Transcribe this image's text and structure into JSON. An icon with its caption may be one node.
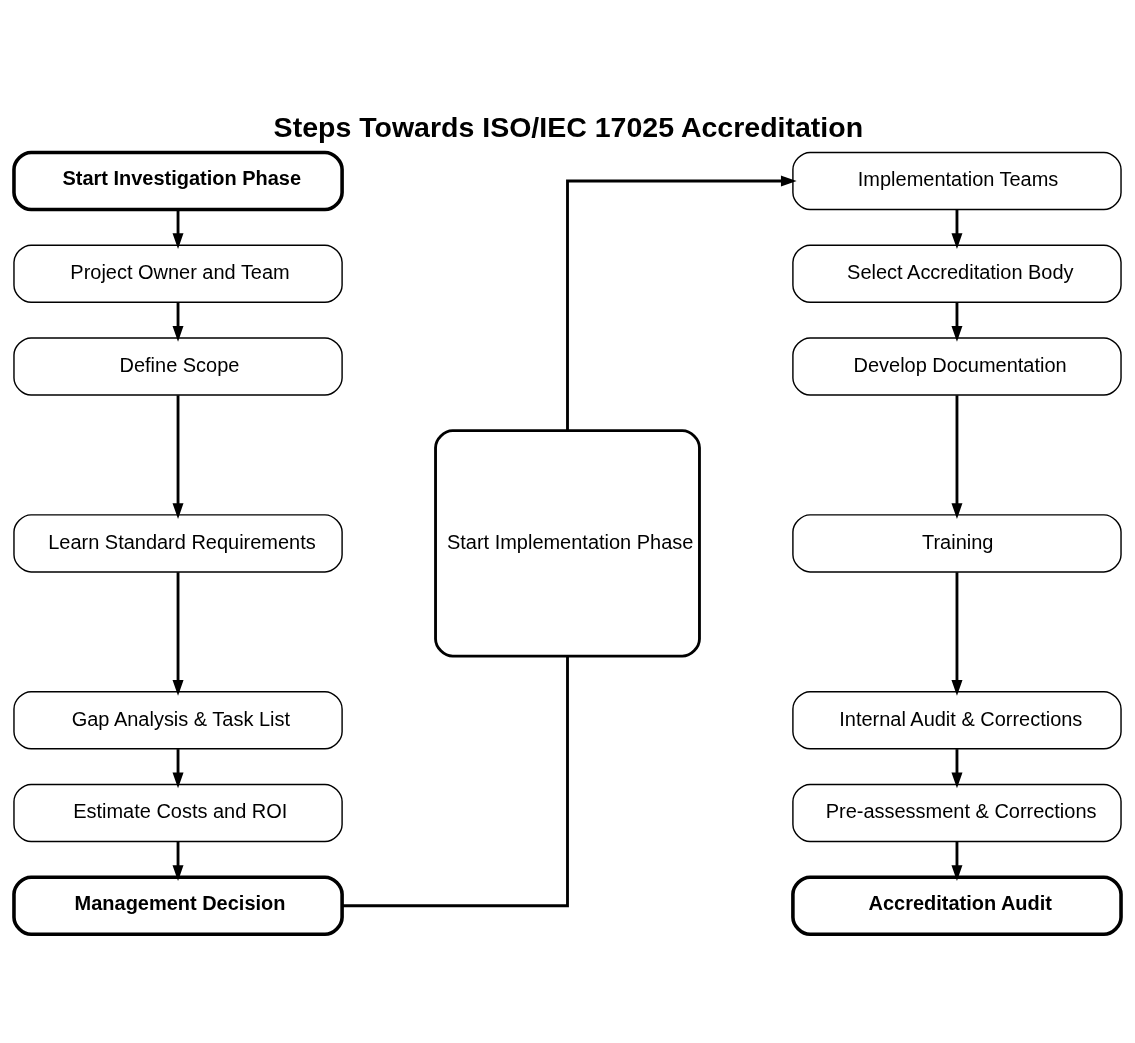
{
  "diagram": {
    "title": "Steps Towards ISO/IEC 17025 Accreditation",
    "nodes": [
      {
        "text": [
          "Start Investigation Phase"
        ]
      },
      {
        "text": [
          "Project Owner and Team"
        ]
      },
      {
        "text": [
          "Define Scope"
        ]
      },
      {
        "text": [
          "Learn Standard Requirements"
        ]
      },
      {
        "text": [
          "Gap Analysis & Task List"
        ]
      },
      {
        "text": [
          "Estimate Costs and ROI"
        ]
      },
      {
        "text": [
          "Management Decision"
        ]
      },
      {
        "text": [
          "Start Implementation Phase"
        ]
      },
      {
        "text": [
          "Implementation Teams"
        ]
      },
      {
        "text": [
          "Select Accreditation Body"
        ]
      },
      {
        "text": [
          "Develop Documentation"
        ]
      },
      {
        "text": [
          "Training"
        ]
      },
      {
        "text": [
          "Internal Audit & Corrections"
        ]
      },
      {
        "text": [
          "Pre-assessment & Corrections"
        ]
      },
      {
        "text": [
          "Accreditation Audit"
        ]
      }
    ],
    "edges": [
      {
        "from": 0,
        "to": 1,
        "arrow": "to"
      },
      {
        "from": 1,
        "to": 2,
        "arrow": "to"
      },
      {
        "from": 2,
        "to": 3,
        "arrow": "to"
      },
      {
        "from": 3,
        "to": 4,
        "arrow": "to"
      },
      {
        "from": 4,
        "to": 5,
        "arrow": "to"
      },
      {
        "from": 5,
        "to": 6,
        "arrow": "to"
      },
      {
        "from": 6,
        "to": 7,
        "arrow": "none"
      },
      {
        "from": 7,
        "to": 8,
        "arrow": "to"
      },
      {
        "from": 8,
        "to": 9,
        "arrow": "to"
      },
      {
        "from": 9,
        "to": 10,
        "arrow": "to"
      },
      {
        "from": 10,
        "to": 11,
        "arrow": "to"
      },
      {
        "from": 11,
        "to": 12,
        "arrow": "to"
      },
      {
        "from": 12,
        "to": 13,
        "arrow": "to"
      },
      {
        "from": 13,
        "to": 14,
        "arrow": "to"
      }
    ]
  }
}
